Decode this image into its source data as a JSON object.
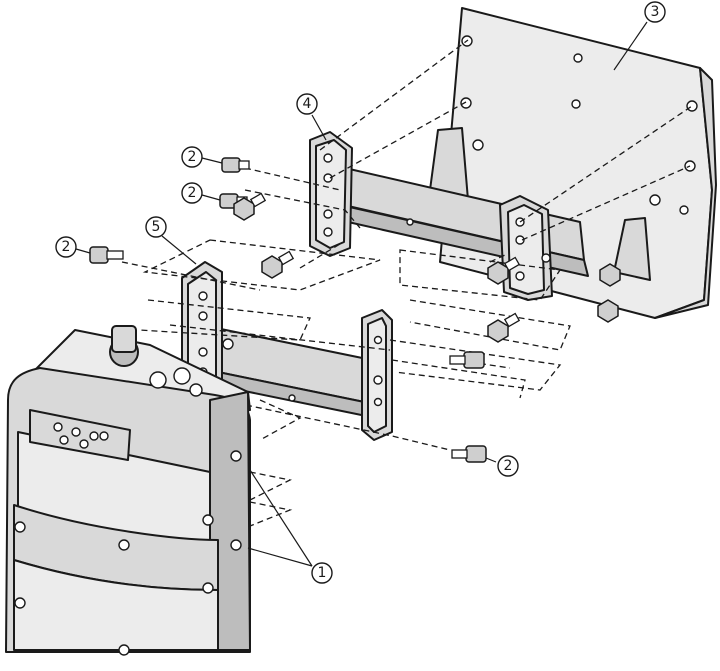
{
  "callouts": [
    {
      "id": "scanner",
      "label": "1"
    },
    {
      "id": "screws",
      "label": "2"
    },
    {
      "id": "mounting-plate",
      "label": "3"
    },
    {
      "id": "bracket-rear",
      "label": "4"
    },
    {
      "id": "bracket-front",
      "label": "5"
    }
  ]
}
